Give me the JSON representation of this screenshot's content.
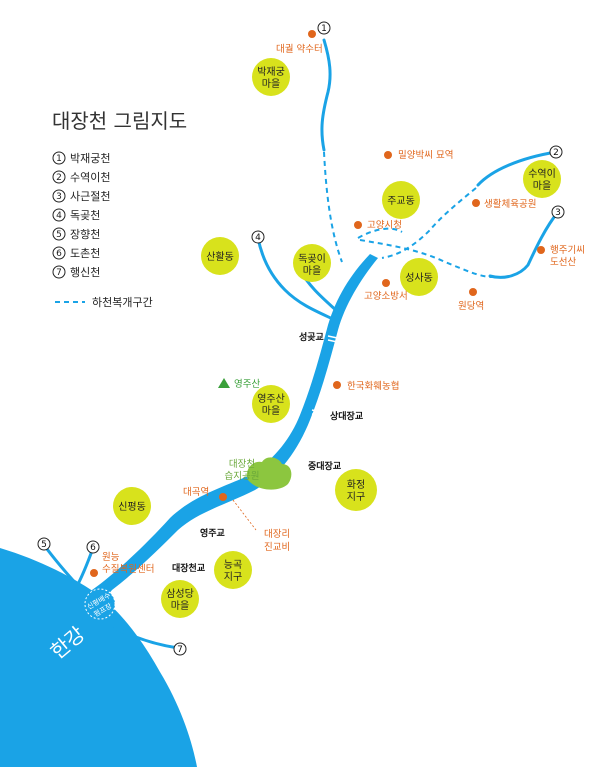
{
  "title": "대장천 그림지도",
  "legend": {
    "items": [
      {
        "num": "1",
        "label": "박재궁천"
      },
      {
        "num": "2",
        "label": "수역이천"
      },
      {
        "num": "3",
        "label": "사근절천"
      },
      {
        "num": "4",
        "label": "독곶천"
      },
      {
        "num": "5",
        "label": "장향천"
      },
      {
        "num": "6",
        "label": "도촌천"
      },
      {
        "num": "7",
        "label": "행신천"
      }
    ],
    "dashed_label": "하천복개구간"
  },
  "stream_numbers": [
    "1",
    "2",
    "3",
    "4",
    "5",
    "6",
    "7"
  ],
  "districts": {
    "bakjaegung": [
      "박재궁",
      "마을"
    ],
    "suyeogi": [
      "수역이",
      "마을"
    ],
    "jugyo": "주교동",
    "sanhwal": "산활동",
    "dokgoji": [
      "독곶이",
      "마을"
    ],
    "seongsa": "성사동",
    "yeongjusan": [
      "영주산",
      "마을"
    ],
    "hwajeong": [
      "화정",
      "지구"
    ],
    "sinpyeong": "신평동",
    "neunggok": [
      "능곡",
      "지구"
    ],
    "samseongdang": [
      "삼성당",
      "마을"
    ]
  },
  "places": {
    "daegwol": "대궐 약수터",
    "milyang": "밀양박씨 묘역",
    "saenghwal": "생활체육공원",
    "goyang_city": "고양시청",
    "haengju": [
      "행주기씨",
      "도선산"
    ],
    "fire_station": "고양소방서",
    "wondang": "원당역",
    "hanguk": "한국화훼농협",
    "daegok": "대곡역",
    "wonneung": [
      "원능",
      "수질복원센터"
    ],
    "daejangri": [
      "대장리",
      "진교비"
    ]
  },
  "wetland": [
    "대장천",
    "습지공원"
  ],
  "mountain": "영주산",
  "bridges": {
    "seonggong": "성곶교",
    "sangdae": "상대장교",
    "jungdae": "중대장교",
    "yeongju": "영주교",
    "daejangcheon": "대장천교"
  },
  "sluice": [
    "신평배수",
    "펌프장"
  ],
  "river": "한강",
  "colors": {
    "river_blue": "#1aa3e6",
    "district_yellow": "#d8e21c",
    "place_orange": "#e0661c",
    "green": "#6aa83a",
    "wetland_green": "#8cc63f"
  }
}
